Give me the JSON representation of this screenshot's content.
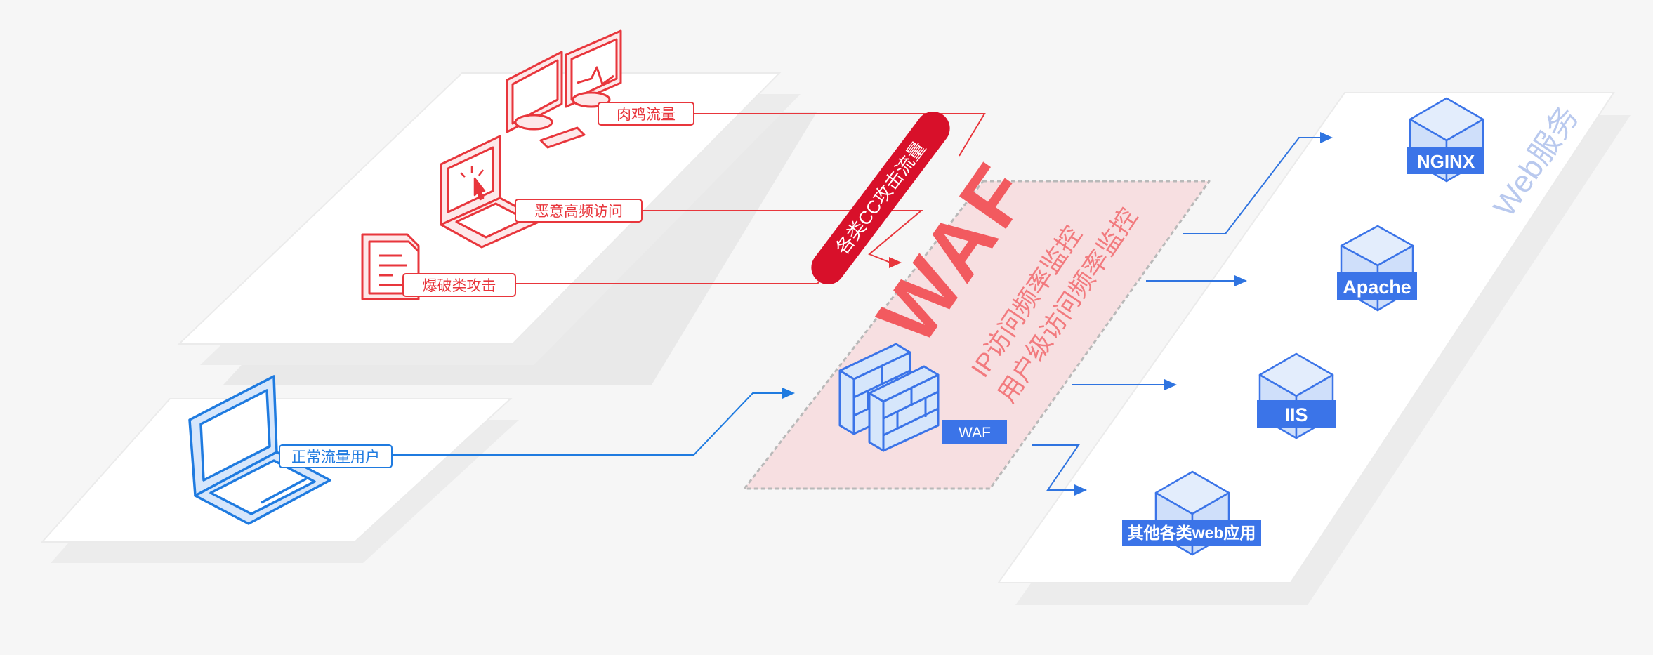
{
  "labels": {
    "botnet": "肉鸡流量",
    "high_freq": "恶意高频访问",
    "brute_force": "爆破类攻击",
    "normal_user": "正常流量用户",
    "cc_attack": "各类CC攻击流量",
    "waf_title": "WAF",
    "waf_line1": "IP访问频率监控",
    "waf_line2": "用户级访问频率监控",
    "waf_badge": "WAF",
    "web_service": "Web服务"
  },
  "servers": [
    {
      "label": "NGINX"
    },
    {
      "label": "Apache"
    },
    {
      "label": "IIS"
    },
    {
      "label": "其他各类web应用"
    }
  ],
  "colors": {
    "attack_red": "#e8363c",
    "cc_badge": "#d8102a",
    "normal_blue": "#1f7be0",
    "server_blue": "#3b74e8",
    "waf_zone": "#f7dfe1",
    "waf_text": "#f25a5f",
    "web_service_text": "#b9c9ee"
  },
  "icons": {
    "botnet_monitors": "dual-monitor-icon",
    "high_freq_laptop": "laptop-click-icon",
    "brute_force_doc": "document-icon",
    "normal_laptop": "laptop-icon",
    "waf_firewall": "firewall-icon",
    "server_cube": "cube-icon"
  }
}
